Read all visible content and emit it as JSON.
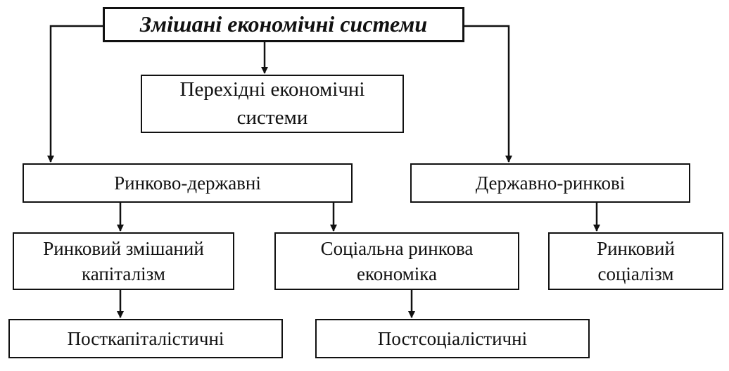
{
  "diagram": {
    "root": "Змішані економічні системи",
    "transitional": "Перехідні економічні\nсистеми",
    "market_state": "Ринково-державні",
    "state_market": "Державно-ринкові",
    "market_capitalism": "Ринковий змішаний\nкапіталізм",
    "social_market": "Соціальна ринкова\nекономіка",
    "market_socialism": "Ринковий\nсоціалізм",
    "postcapitalist": "Посткапіталістичні",
    "postsocialist": "Постсоціалістичні"
  },
  "colors": {
    "stroke": "#111111",
    "background": "#ffffff"
  }
}
